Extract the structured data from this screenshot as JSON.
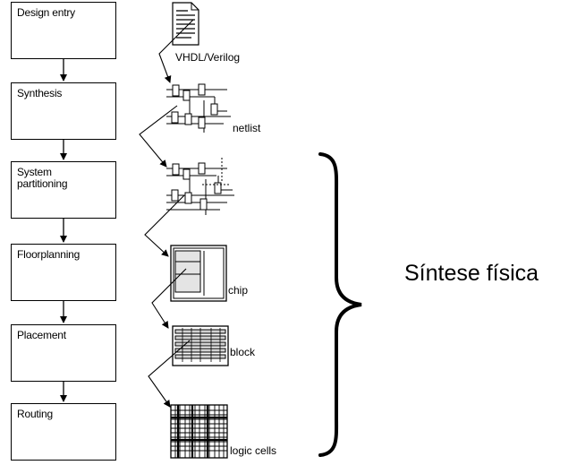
{
  "flow": {
    "steps": [
      {
        "label": "Design entry"
      },
      {
        "label": "Synthesis"
      },
      {
        "label": "System\npartitioning"
      },
      {
        "label": "Floorplanning"
      },
      {
        "label": "Placement"
      },
      {
        "label": "Routing"
      }
    ]
  },
  "artifacts": {
    "hdl_label": "VHDL/Verilog",
    "netlist_label": "netlist",
    "chip_label": "chip",
    "block_label": "block",
    "cells_label": "logic cells"
  },
  "brace": {
    "label": "Síntese física"
  },
  "icons": [
    "document-icon",
    "netlist-icon",
    "partitioned-netlist-icon",
    "chip-floorplan-icon",
    "block-placement-icon",
    "routing-grid-icon",
    "curly-brace-icon"
  ]
}
